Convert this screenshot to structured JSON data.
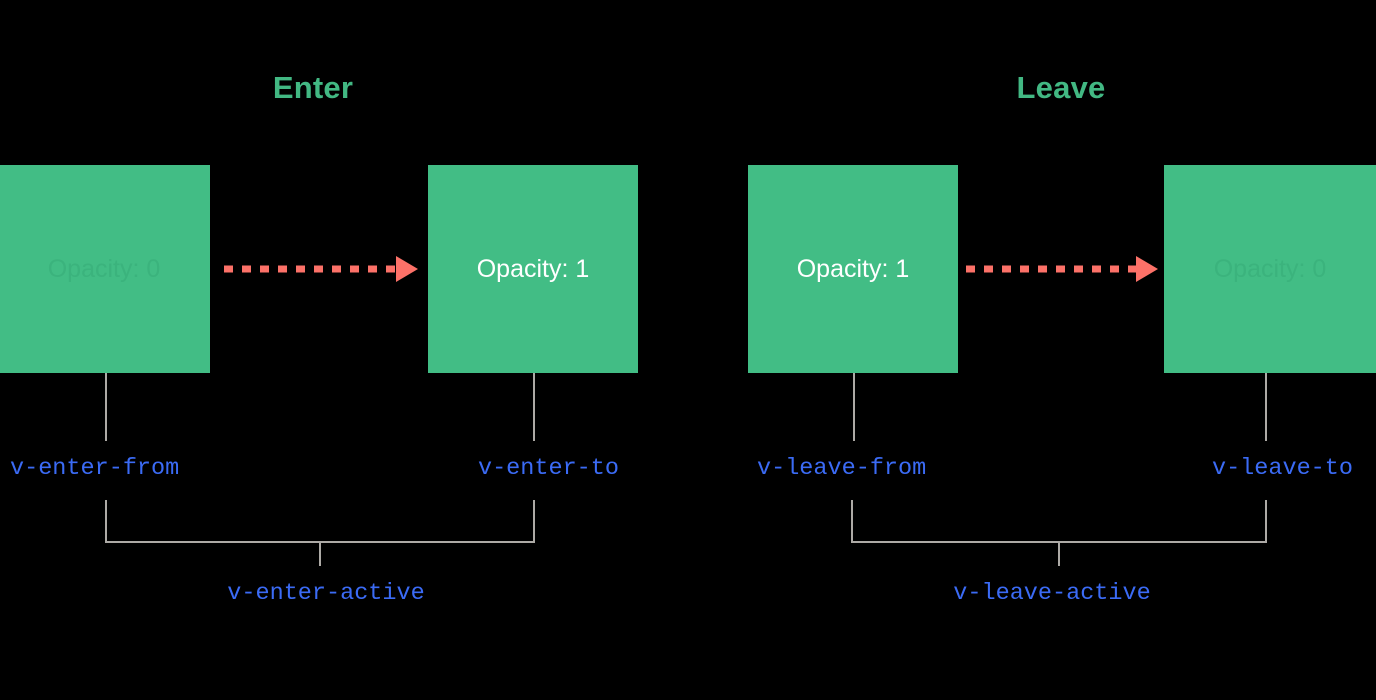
{
  "diagram": {
    "title": "Vue transition class lifecycle",
    "background_color": "#000000",
    "colors": {
      "box_green": "#42bd85",
      "heading_green": "#42b883",
      "arrow_coral": "#fc7168",
      "label_blue": "#3b6bf5",
      "connector_grey": "#adaaa6",
      "text_white": "#ffffff",
      "faded_text": "#3bb37d"
    }
  },
  "sections": [
    {
      "id": "enter",
      "heading": "Enter"
    },
    {
      "id": "leave",
      "heading": "Leave"
    }
  ],
  "boxes": [
    {
      "id": "enter-from",
      "state_text": "Opacity: 0",
      "opacity_value": 0,
      "faded": true
    },
    {
      "id": "enter-to",
      "state_text": "Opacity: 1",
      "opacity_value": 1,
      "faded": false
    },
    {
      "id": "leave-from",
      "state_text": "Opacity: 1",
      "opacity_value": 1,
      "faded": false
    },
    {
      "id": "leave-to",
      "state_text": "Opacity: 0",
      "opacity_value": 0,
      "faded": true
    }
  ],
  "class_labels": [
    {
      "id": "v-enter-from",
      "text": "v-enter-from"
    },
    {
      "id": "v-enter-to",
      "text": "v-enter-to"
    },
    {
      "id": "v-leave-from",
      "text": "v-leave-from"
    },
    {
      "id": "v-leave-to",
      "text": "v-leave-to"
    },
    {
      "id": "v-enter-active",
      "text": "v-enter-active"
    },
    {
      "id": "v-leave-active",
      "text": "v-leave-active"
    }
  ],
  "arrows": [
    {
      "id": "enter-arrow",
      "style": "dotted",
      "direction": "right"
    },
    {
      "id": "leave-arrow",
      "style": "dotted",
      "direction": "right"
    }
  ]
}
